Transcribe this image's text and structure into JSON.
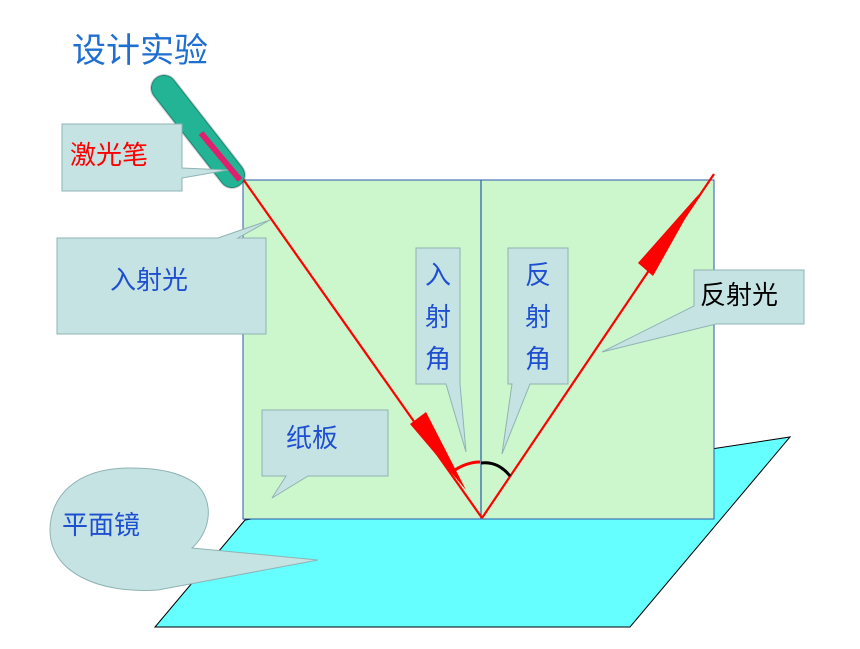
{
  "title": "设计实验",
  "labels": {
    "laser_pen": "激光笔",
    "incident_light": "入射光",
    "incident_angle": [
      "入",
      "射",
      "角"
    ],
    "reflection_angle": [
      "反",
      "射",
      "角"
    ],
    "reflected_light": "反射光",
    "paper_board": "纸板",
    "plane_mirror": "平面镜"
  },
  "colors": {
    "title": "#1f6fd1",
    "laser_label": "#ff0000",
    "label_text": "#1f4fd1",
    "black_text": "#000000",
    "callout_fill": "#c6e3e3",
    "callout_stroke": "#8fb3b3",
    "board_fill": "#ccf6cc",
    "board_stroke": "#2a5aa8",
    "mirror_fill": "#66ffff",
    "ray": "#ff0000",
    "arc_incident": "#ff0000",
    "arc_reflection": "#000000",
    "laser_body": "#1fa88c"
  }
}
